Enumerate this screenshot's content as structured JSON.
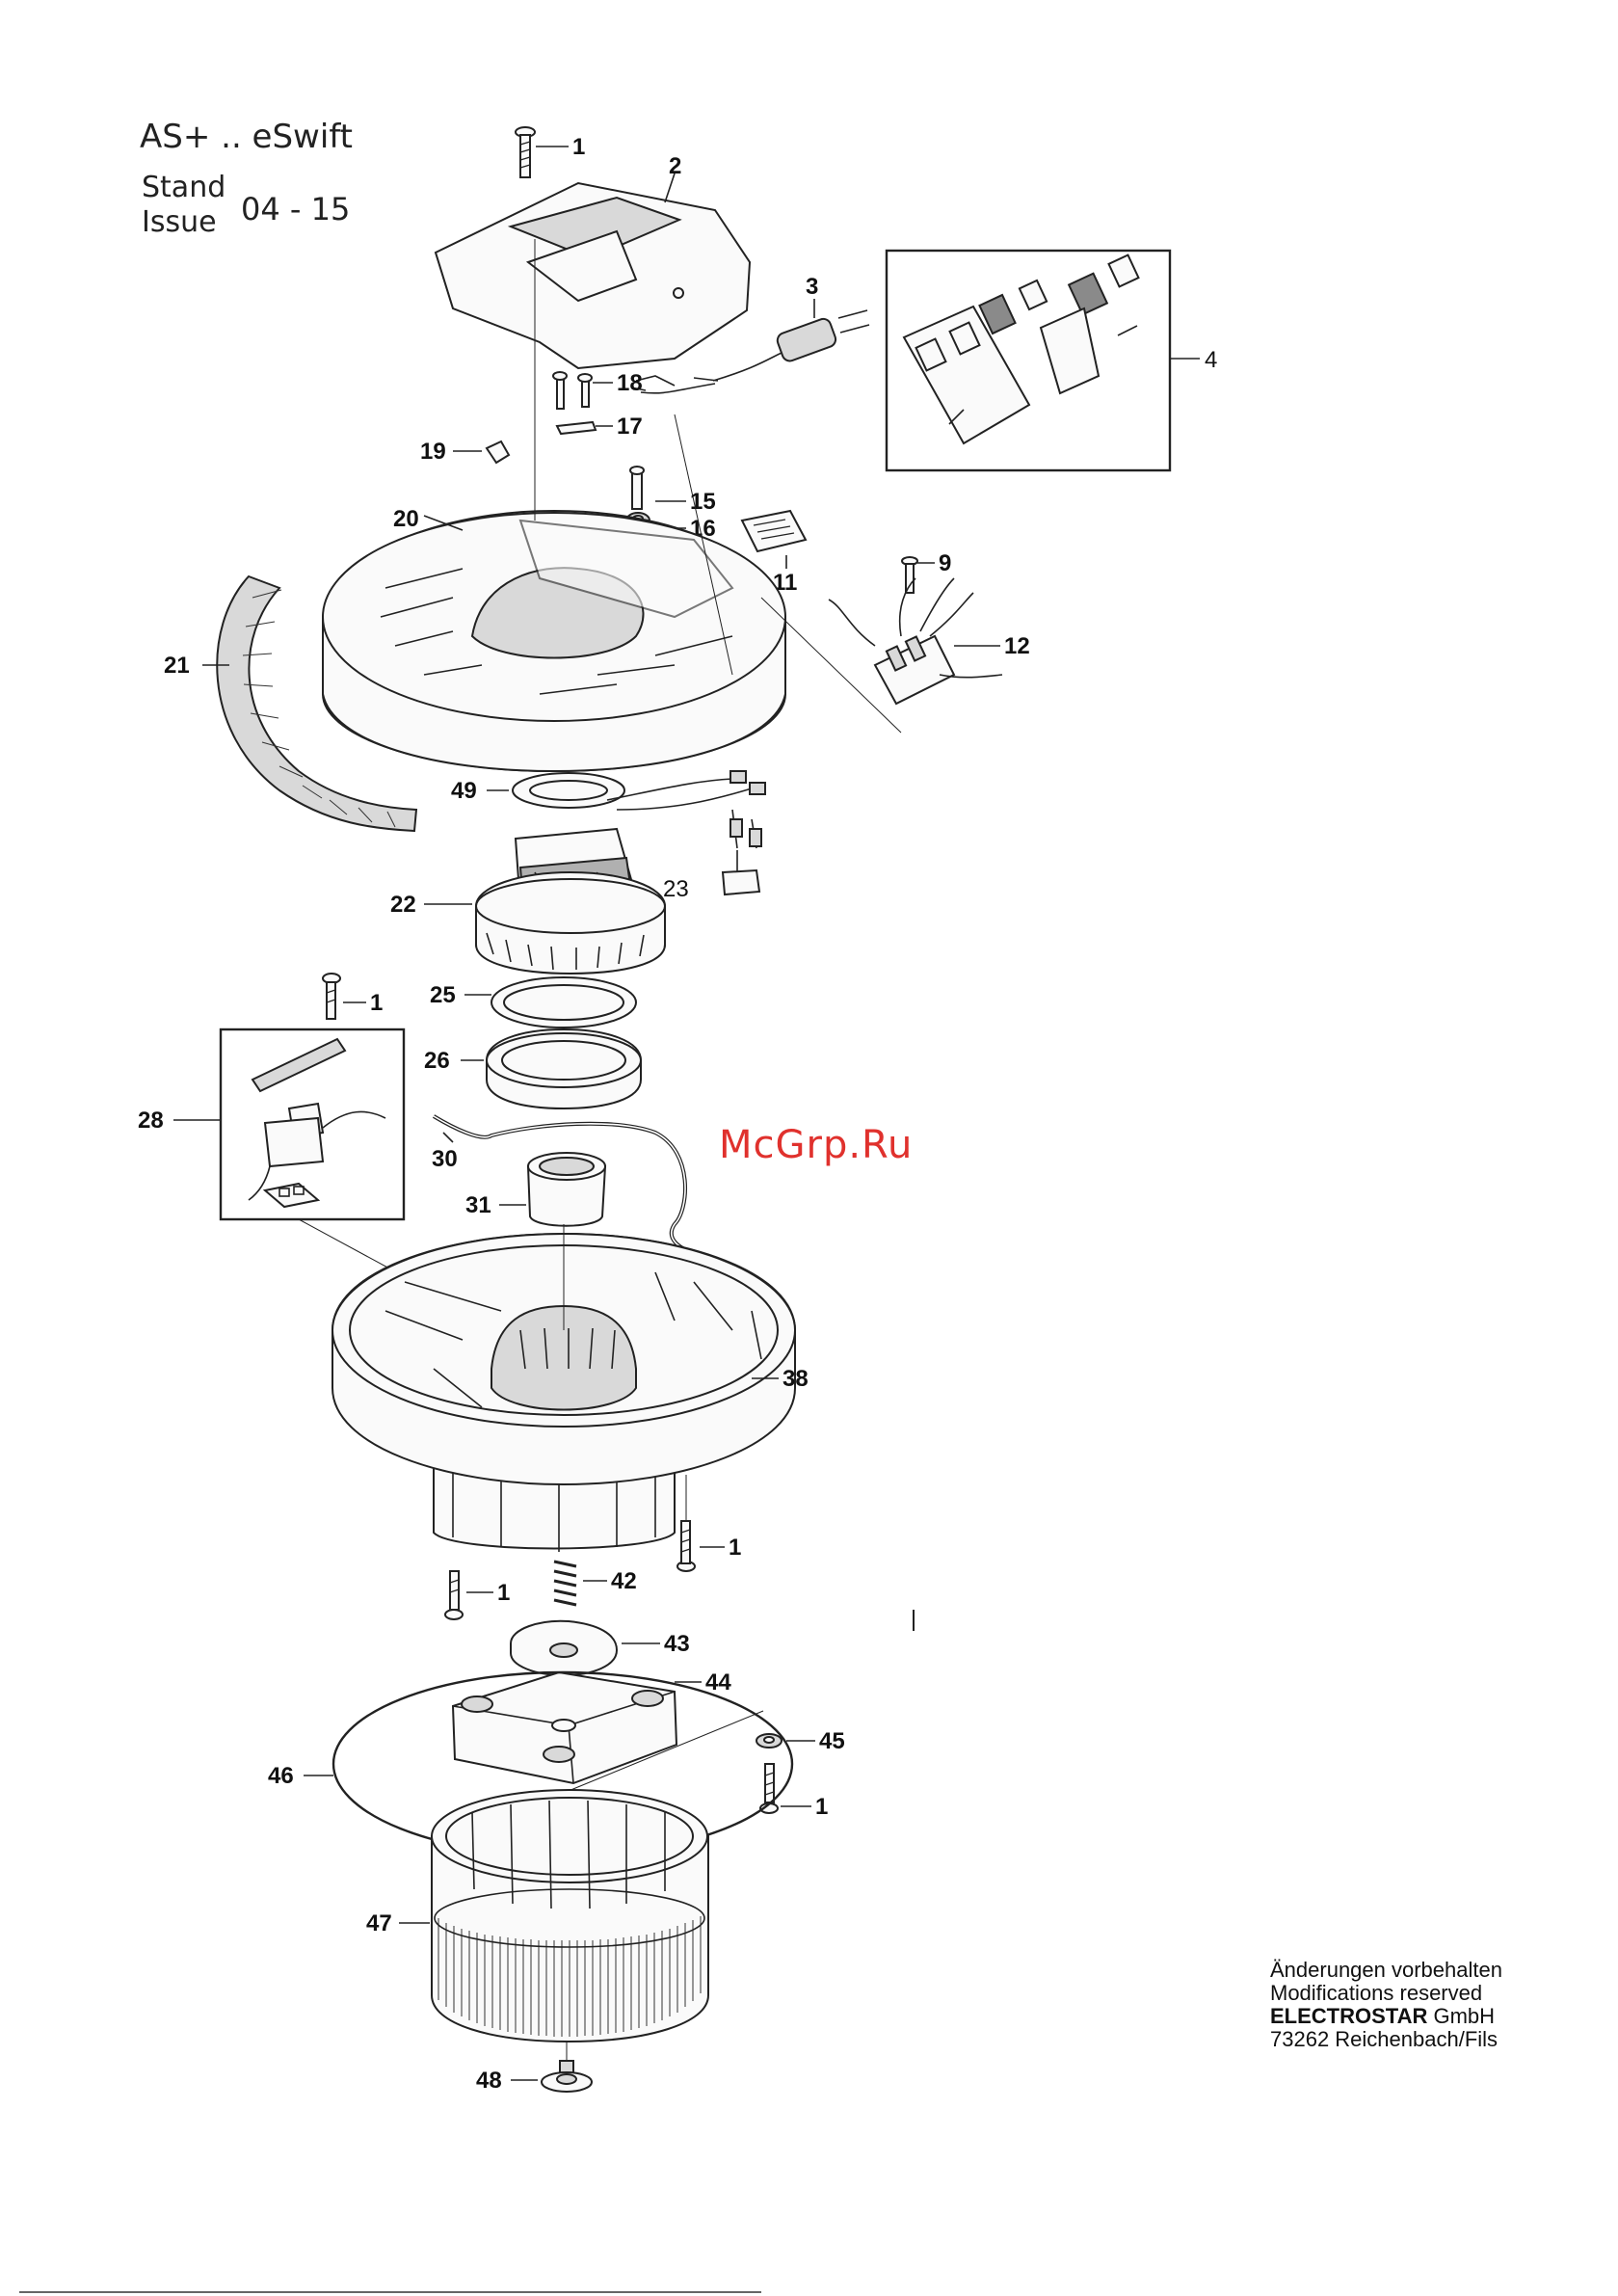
{
  "header": {
    "model": "AS+ .. eSwift",
    "stand_label": "Stand",
    "issue_label": "Issue",
    "date": "04 - 15"
  },
  "watermark": "McGrp.Ru",
  "footer": {
    "line1": "Änderungen vorbehalten",
    "line2": "Modifications reserved",
    "company_bold": "ELECTROSTAR",
    "company_rest": " GmbH",
    "address": "73262 Reichenbach/Fils"
  },
  "callouts": {
    "c1a": "1",
    "c2": "2",
    "c3": "3",
    "c4": "4",
    "c18": "18",
    "c17": "17",
    "c19": "19",
    "c15": "15",
    "c16": "16",
    "c20": "20",
    "c11": "11",
    "c9": "9",
    "c12": "12",
    "c21": "21",
    "c49": "49",
    "c23": "23",
    "c22": "22",
    "c1b": "1",
    "c25": "25",
    "c26": "26",
    "c28": "28",
    "c30": "30",
    "c31": "31",
    "c38": "38",
    "c1c": "1",
    "c1d": "1",
    "c42": "42",
    "c43": "43",
    "c44": "44",
    "c45": "45",
    "c46": "46",
    "c1e": "1",
    "c47": "47",
    "c48": "48"
  }
}
